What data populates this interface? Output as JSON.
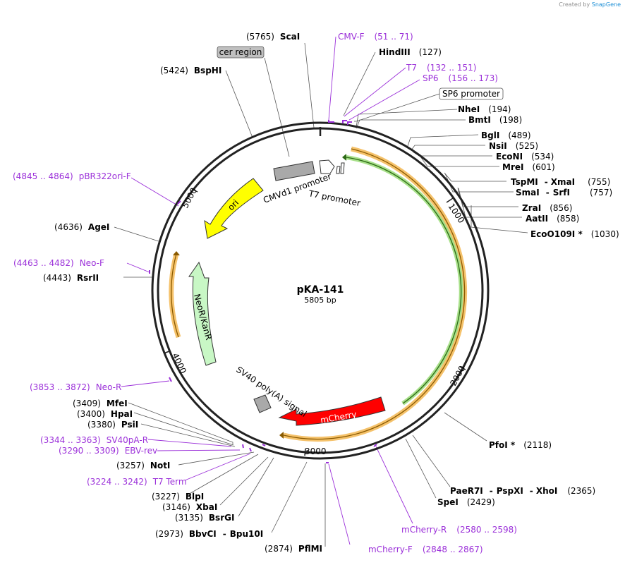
{
  "credit": {
    "prefix": "Created by",
    "brand": "SnapGene"
  },
  "plasmid": {
    "name": "pKA-141",
    "size": "5805 bp"
  },
  "ticks": [
    "1000",
    "2000",
    "3000",
    "4000",
    "5000"
  ],
  "boxed_labels": {
    "cer_region": "cer region",
    "sp6_promoter": "SP6 promoter"
  },
  "features": {
    "cmvd1_promoter": "CMVd1 promoter",
    "t7_promoter": "T7 promoter",
    "ori": "ori",
    "neor_kanr": "NeoR/KanR",
    "sv40_polya": "SV40 poly(A) signal",
    "mcherry": "mCherry"
  },
  "sites_right": [
    {
      "pos": "(5765)",
      "name": "ScaI"
    },
    {
      "name": "HindIII",
      "pos": "(127)"
    },
    {
      "name": "NheI",
      "pos": "(194)"
    },
    {
      "name": "BmtI",
      "pos": "(198)"
    },
    {
      "name": "BglI",
      "pos": "(489)"
    },
    {
      "name": "NsiI",
      "pos": "(525)"
    },
    {
      "name": "EcoNI",
      "pos": "(534)"
    },
    {
      "name": "MreI",
      "pos": "(601)"
    },
    {
      "name": "TspMI",
      "sep": "-",
      "name2": "XmaI",
      "pos": "(755)"
    },
    {
      "name": "SmaI",
      "sep": "-",
      "name2": "SrfI",
      "pos": "(757)"
    },
    {
      "name": "ZraI",
      "pos": "(856)"
    },
    {
      "name": "AatII",
      "pos": "(858)"
    },
    {
      "name": "EcoO109I *",
      "pos": "(1030)"
    },
    {
      "name": "PfoI *",
      "pos": "(2118)"
    },
    {
      "name": "PaeR7I",
      "sep": "-",
      "name2": "PspXI",
      "sep2": "-",
      "name3": "XhoI",
      "pos": "(2365)"
    },
    {
      "name": "SpeI",
      "pos": "(2429)"
    }
  ],
  "sites_left": [
    {
      "pos": "(5424)",
      "name": "BspHI"
    },
    {
      "pos": "(4636)",
      "name": "AgeI"
    },
    {
      "pos": "(4443)",
      "name": "RsrII"
    },
    {
      "pos": "(3409)",
      "name": "MfeI"
    },
    {
      "pos": "(3400)",
      "name": "HpaI"
    },
    {
      "pos": "(3380)",
      "name": "PsiI"
    },
    {
      "pos": "(3257)",
      "name": "NotI"
    },
    {
      "pos": "(3227)",
      "name": "BlpI"
    },
    {
      "pos": "(3146)",
      "name": "XbaI"
    },
    {
      "pos": "(3135)",
      "name": "BsrGI"
    },
    {
      "pos": "(2973)",
      "name": "BbvCI",
      "sep": "-",
      "name2": "Bpu10I"
    },
    {
      "pos": "(2874)",
      "name": "PflMI"
    }
  ],
  "primers": [
    {
      "name": "CMV-F",
      "range": "(51 .. 71)"
    },
    {
      "name": "T7",
      "range": "(132 .. 151)"
    },
    {
      "name": "SP6",
      "range": "(156 .. 173)"
    },
    {
      "name": "pBR322ori-F",
      "range": "(4845 .. 4864)"
    },
    {
      "name": "Neo-F",
      "range": "(4463 .. 4482)"
    },
    {
      "name": "Neo-R",
      "range": "(3853 .. 3872)"
    },
    {
      "name": "SV40pA-R",
      "range": "(3344 .. 3363)"
    },
    {
      "name": "EBV-rev",
      "range": "(3290 .. 3309)"
    },
    {
      "name": "T7 Term",
      "range": "(3224 .. 3242)"
    },
    {
      "name": "mCherry-R",
      "range": "(2580 .. 2598)"
    },
    {
      "name": "mCherry-F",
      "range": "(2848 .. 2867)"
    }
  ],
  "colors": {
    "backbone": "#222222",
    "primer": "#9b30d9",
    "ori": "#ffff00",
    "neor": "#c8f7c5",
    "mcherry": "#ff0000",
    "promoter": "#a9a9a9",
    "orf_orange": "#f5c26b",
    "orf_green": "#a8e08a"
  }
}
